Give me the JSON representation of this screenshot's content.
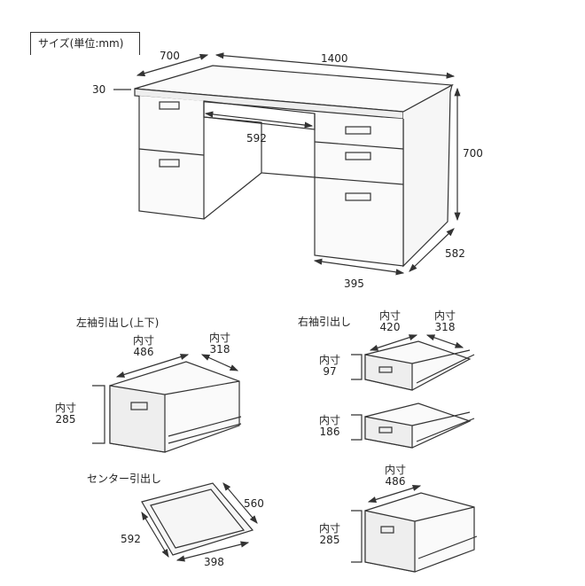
{
  "title": "サイズ(単位:mm)",
  "desk": {
    "depth": "700",
    "width": "1400",
    "top_thickness": "30",
    "center_opening": "592",
    "height": "700",
    "side_depth": "582",
    "pedestal_width": "395"
  },
  "left_drawer": {
    "heading": "左袖引出し(上下)",
    "inner_label": "内寸",
    "width": "486",
    "depth": "318",
    "height": "285"
  },
  "center_drawer": {
    "heading": "センター引出し",
    "depth": "560",
    "width": "592",
    "front": "398"
  },
  "right_drawer": {
    "heading": "右袖引出し",
    "inner_label": "内寸",
    "top_width": "420",
    "top_depth": "318",
    "top_height": "97",
    "mid_height": "186",
    "bottom_width": "486",
    "bottom_height": "285"
  },
  "colors": {
    "line": "#333333",
    "panel": "#f4f4f4"
  }
}
